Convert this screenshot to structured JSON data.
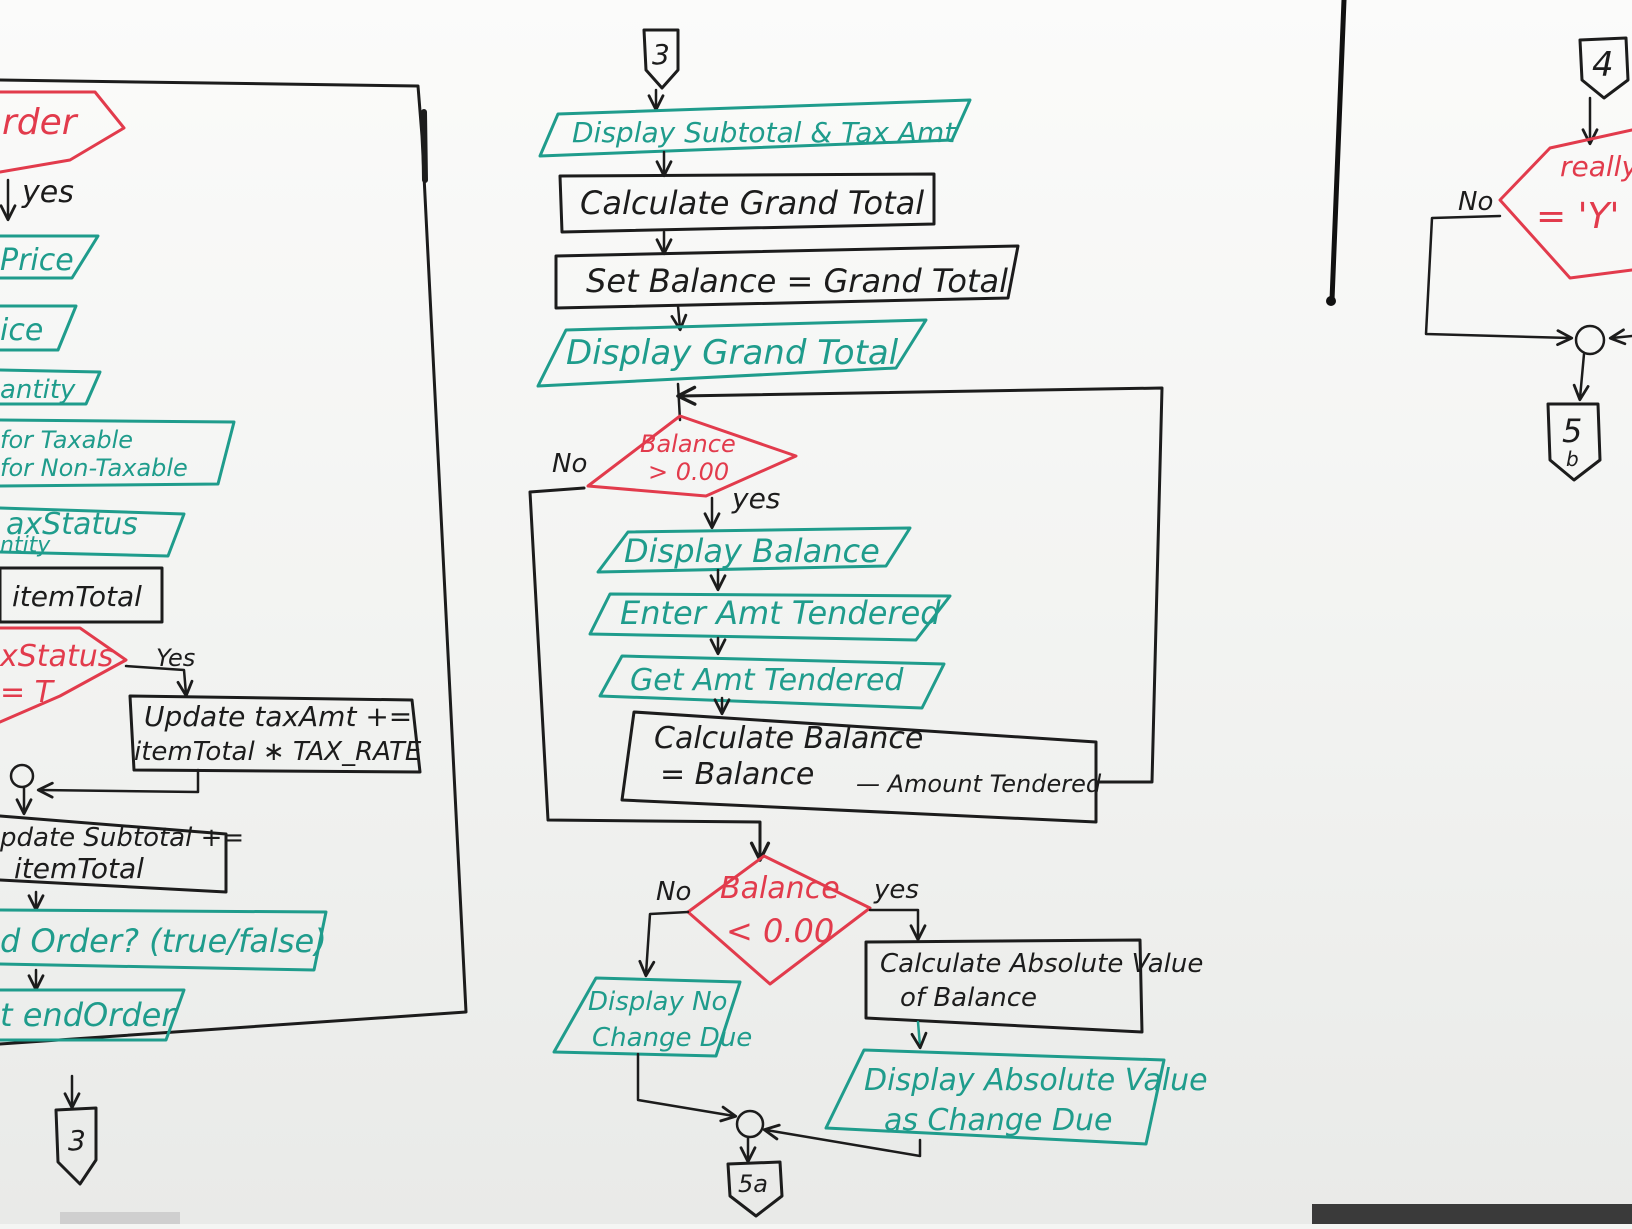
{
  "colors": {
    "black": "#1c1c1c",
    "teal": "#1f9c8c",
    "red": "#e23b4c",
    "board": "#f6f7f5"
  },
  "left_column": {
    "decision_top_label": "rder",
    "yes_label": "yes",
    "io_price_1": "Price",
    "io_price_2": "ice",
    "io_quantity": "antity",
    "io_taxable_1": "for Taxable",
    "io_taxable_2": "for Non-Taxable",
    "io_taxstatus_1": "axStatus",
    "io_taxstatus_2": "ntity",
    "process_itemtotal": "itemTotal",
    "decision_taxstatus_1": "xStatus",
    "decision_taxstatus_2": "= T",
    "yes_label_2": "Yes",
    "process_update_tax_1": "Update taxAmt +=",
    "process_update_tax_2": "itemTotal ∗ TAX_RATE",
    "process_subtotal_1": "pdate Subtotal +=",
    "process_subtotal_2": "itemTotal",
    "io_end_order_q": "d Order? (true/false)",
    "io_end_order": "t endOrder",
    "connector_3": "3"
  },
  "middle_column": {
    "connector_top": "3",
    "io_display_subtotal": "Display Subtotal & Tax Amt",
    "process_calc_grand": "Calculate Grand Total",
    "process_set_balance": "Set Balance = Grand Total",
    "io_display_grand": "Display Grand Total",
    "decision_balance_1": "Balance",
    "decision_balance_2": "> 0.00",
    "no_label": "No",
    "yes_label": "yes",
    "io_display_balance": "Display Balance",
    "io_enter_amt": "Enter Amt Tendered",
    "io_get_amt": "Get Amt Tendered",
    "process_calc_balance_1": "Calculate  Balance",
    "process_calc_balance_2": "= Balance",
    "process_calc_balance_3": "— Amount Tendered",
    "decision_balance_lt_1": "Balance",
    "decision_balance_lt_2": "< 0.00",
    "no_label_2": "No",
    "yes_label_2": "yes",
    "io_no_change_1": "Display No",
    "io_no_change_2": "Change Due",
    "process_abs_1": "Calculate Absolute Value",
    "process_abs_2": "of Balance",
    "io_abs_change_1": "Display Absolute Value",
    "io_abs_change_2": "as  Change Due",
    "connector_bottom": "5a"
  },
  "right_column": {
    "connector_top": "4",
    "decision_1": "really",
    "decision_2": "= 'Y'",
    "no_label": "No",
    "connector_bottom": "5",
    "connector_bottom_sub": "b"
  }
}
